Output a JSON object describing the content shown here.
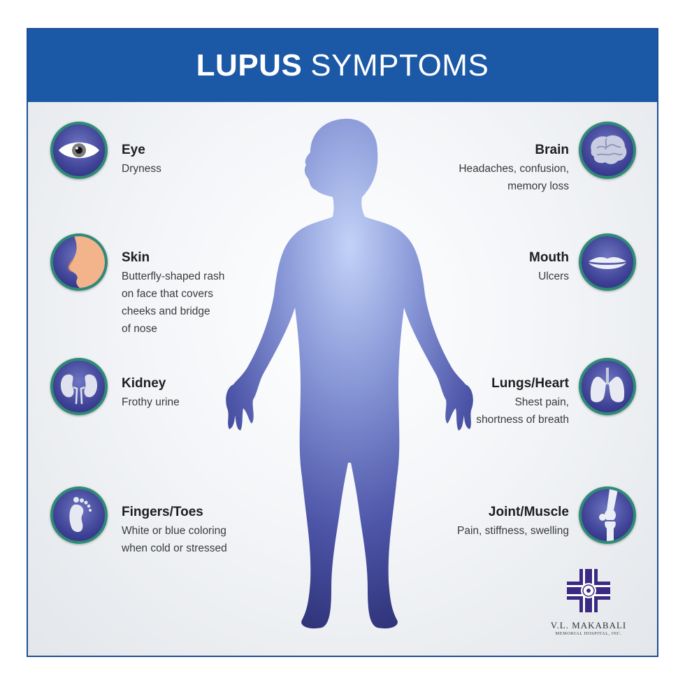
{
  "title": {
    "bold": "LUPUS",
    "light": "SYMPTOMS"
  },
  "symptoms": {
    "eye": {
      "title": "Eye",
      "desc": "Dryness",
      "icon": "eye-icon"
    },
    "skin": {
      "title": "Skin",
      "desc": "Butterfly-shaped rash\non face that covers\ncheeks and bridge\nof nose",
      "icon": "nose-icon"
    },
    "kidney": {
      "title": "Kidney",
      "desc": "Frothy urine",
      "icon": "kidney-icon"
    },
    "fingers": {
      "title": "Fingers/Toes",
      "desc": "White or blue coloring\nwhen cold or stressed",
      "icon": "foot-icon"
    },
    "brain": {
      "title": "Brain",
      "desc": "Headaches, confusion,\nmemory loss",
      "icon": "brain-icon"
    },
    "mouth": {
      "title": "Mouth",
      "desc": "Ulcers",
      "icon": "lips-icon"
    },
    "lungs": {
      "title": "Lungs/Heart",
      "desc": "Shest pain,\nshortness of breath",
      "icon": "lungs-icon"
    },
    "joint": {
      "title": "Joint/Muscle",
      "desc": "Pain, stiffness, swelling",
      "icon": "knee-icon"
    }
  },
  "logo": {
    "name": "V.L. MAKABALI",
    "sub": "MEMORIAL HOSPITAL, INC."
  },
  "colors": {
    "banner": "#1b58a6",
    "ring": "#2e8b76",
    "icon_fill": "#3c3f93",
    "figure_top": "#b8c8f2",
    "figure_bottom": "#2e3174"
  }
}
